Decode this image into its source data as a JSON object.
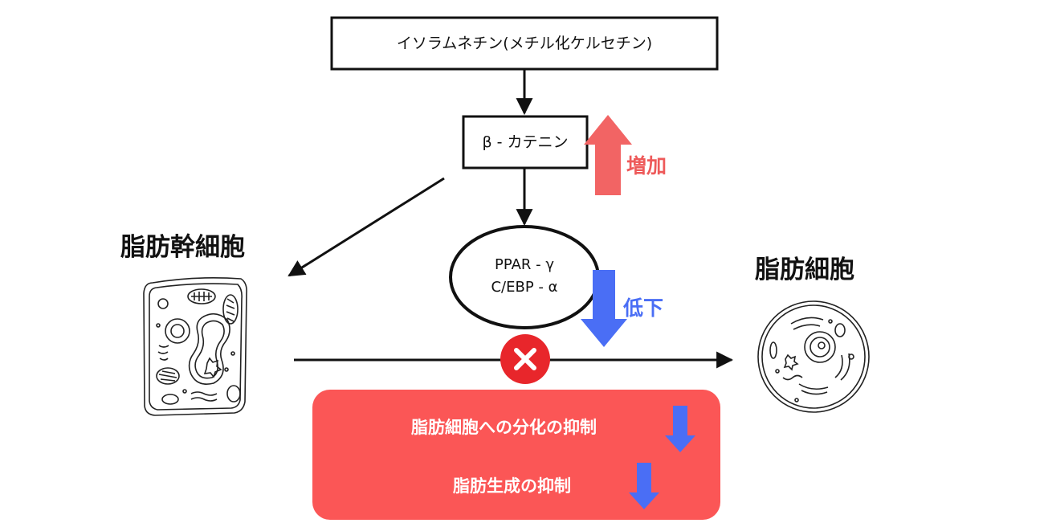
{
  "nodes": {
    "top_compound": "イソラムネチン(メチル化ケルセチン)",
    "beta_catenin": "β - カテニン",
    "ppar_line1": "PPAR - γ",
    "ppar_line2": "C/EBP - α"
  },
  "labels": {
    "stem_cell": "脂肪幹細胞",
    "adipocyte": "脂肪細胞",
    "increase": "増加",
    "decrease": "低下"
  },
  "result": {
    "line1": "脂肪細胞への分化の抑制",
    "line2": "脂肪生成の抑制"
  },
  "colors": {
    "increase": "#f26464",
    "decrease": "#4a6ef5",
    "result_box": "#fb5656",
    "block_mark": "#e8262b"
  },
  "icons": {
    "block": "x-mark-icon",
    "stem_cell": "adipose-stem-cell-icon",
    "adipocyte": "adipocyte-icon"
  }
}
